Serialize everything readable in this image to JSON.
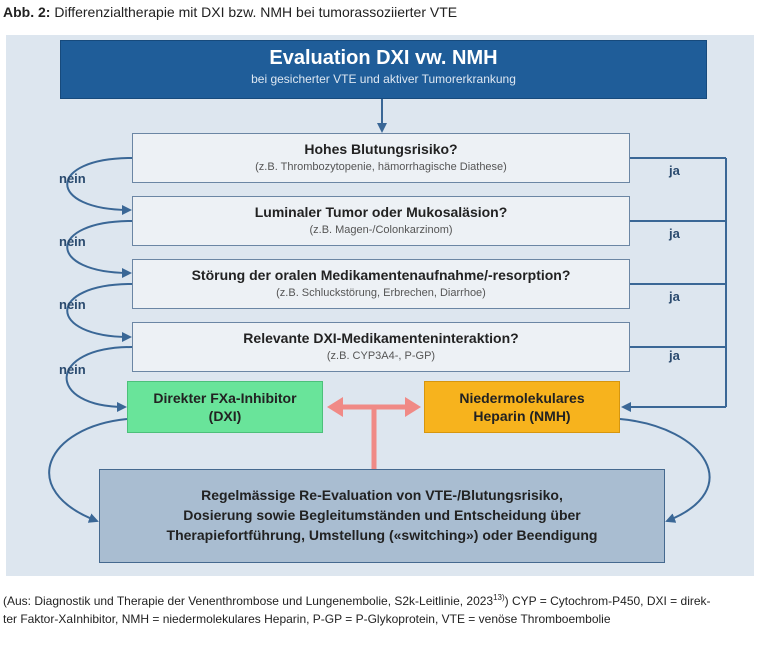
{
  "caption": {
    "label": "Abb. 2:",
    "text": "Differenzialtherapie mit DXI bzw. NMH bei tumorassoziierter VTE"
  },
  "header": {
    "title": "Evaluation DXI vw. NMH",
    "subtitle": "bei gesicherter VTE und aktiver Tumorerkrankung"
  },
  "questions": [
    {
      "title": "Hohes Blutungsrisiko?",
      "detail": "(z.B. Thrombozytopenie, hämorrhagische Diathese)"
    },
    {
      "title": "Luminaler Tumor oder Mukosaläsion?",
      "detail": "(z.B. Magen-/Colonkarzinom)"
    },
    {
      "title": "Störung der oralen Medikamentenaufnahme/-resorption?",
      "detail": "(z.B. Schluckstörung, Erbrechen, Diarrhoe)"
    },
    {
      "title": "Relevante DXI-Medikamenteninteraktion?",
      "detail": "(z.B. CYP3A4-, P-GP)"
    }
  ],
  "labels": {
    "no": "nein",
    "yes": "ja"
  },
  "results": {
    "dxi": {
      "line1": "Direkter FXa-Inhibitor",
      "line2": "(DXI)"
    },
    "nmh": {
      "line1": "Niedermolekulares",
      "line2": "Heparin (NMH)"
    }
  },
  "reevaluation": {
    "line1": "Regelmässige Re-Evaluation von VTE-/Blutungsrisiko,",
    "line2": "Dosierung sowie Begleitumständen und Entscheidung über",
    "line3": "Therapiefortführung, Umstellung («switching») oder Beendigung"
  },
  "footnote": {
    "line1_pre": "(Aus: Diagnostik und Therapie der Venenthrombose und Lungenembolie, S2k-Leitlinie, 2023",
    "ref": "13)",
    "line1_post": ") CYP = Cytochrom-P450, DXI = direk-",
    "line2": "ter Faktor-XaInhibitor, NMH = niedermolekulares Heparin, P-GP = P-Glykoprotein, VTE = venöse Thromboembolie"
  },
  "colors": {
    "header": "#1f5d99",
    "panel": "#dde6ef",
    "dxi": "#69e49a",
    "nmh": "#f7b31d",
    "arrows": "#3a6796",
    "double_arrow": "#f08a86",
    "reevaluation": "#a9bdd1"
  }
}
